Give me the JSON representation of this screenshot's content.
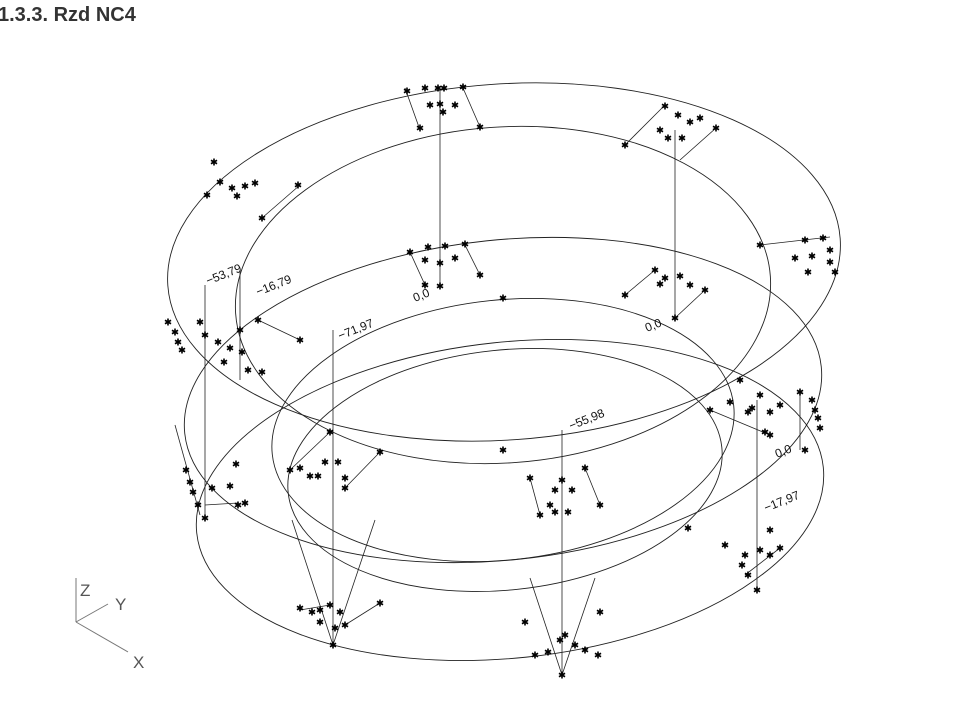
{
  "title": "1.3.3. Rzd NC4",
  "axes": {
    "z": "Z",
    "y": "Y",
    "x": "X"
  },
  "values": [
    {
      "id": "v1",
      "text": "−53,79"
    },
    {
      "id": "v2",
      "text": "−16,79"
    },
    {
      "id": "v3",
      "text": "−71,97"
    },
    {
      "id": "v4",
      "text": "0,0"
    },
    {
      "id": "v5",
      "text": "0,0"
    },
    {
      "id": "v6",
      "text": "−55,98"
    },
    {
      "id": "v7",
      "text": "0,0"
    },
    {
      "id": "v8",
      "text": "−17,97"
    }
  ]
}
